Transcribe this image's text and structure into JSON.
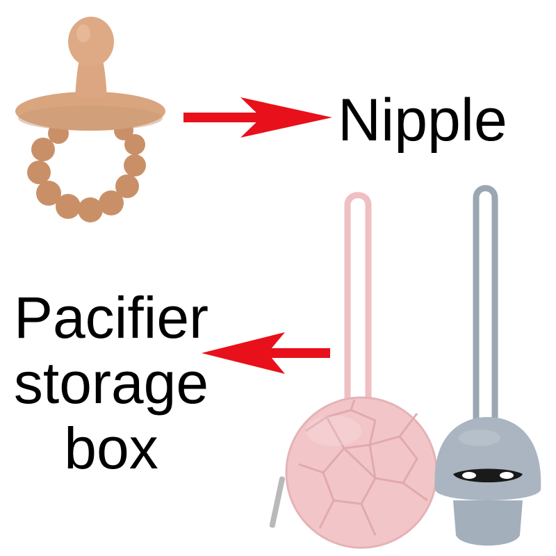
{
  "labels": {
    "nipple": "Nipple",
    "storage_line1": "Pacifier",
    "storage_line2": "storage",
    "storage_line3": "box"
  },
  "colors": {
    "arrow": "#e8101a",
    "pacifier": "#d9a57f",
    "pacifier_shadow": "#c58d66",
    "pink_case": "#f3c8cb",
    "pink_case_line": "#e4aeb2",
    "gray_case": "#a9b4bf",
    "gray_case_dark": "#8f9aa6",
    "text": "#000000"
  },
  "icons": {
    "pacifier": "silicone-pacifier-with-teether-ring",
    "pink_case": "round-soccer-ball-zipper-case",
    "gray_case": "mushroom-shaped-pacifier-holder",
    "arrows": "red-arrow"
  }
}
